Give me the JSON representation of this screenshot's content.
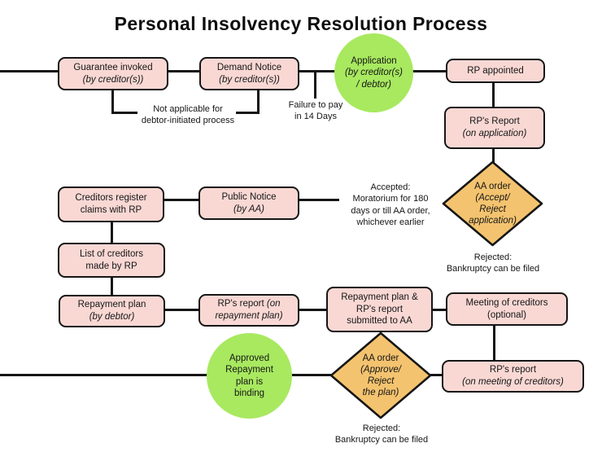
{
  "title": "Personal Insolvency Resolution Process",
  "colors": {
    "node_fill": "#f9d8d4",
    "decision_fill": "#f4c36f",
    "milestone_fill": "#a8e960",
    "line": "#161616",
    "background": "#ffffff"
  },
  "nodes": {
    "guarantee": {
      "label": "Guarantee invoked",
      "sub": "(by creditor(s))"
    },
    "demand": {
      "label": "Demand Notice",
      "sub": "(by creditor(s))"
    },
    "application": {
      "label": "Application",
      "sub1": "(by creditor(s)",
      "sub2": "/ debtor)"
    },
    "rp_appointed": {
      "label": "RP appointed"
    },
    "rp_report_application": {
      "label": "RP's Report",
      "sub": "(on application)"
    },
    "creditors_register": {
      "line1": "Creditors register",
      "line2": "claims with RP"
    },
    "public_notice": {
      "label": "Public Notice",
      "sub": "(by AA)"
    },
    "aa_order_application": {
      "label": "AA order",
      "sub1": "(Accept/",
      "sub2": "Reject",
      "sub3": "application)"
    },
    "list_creditors": {
      "line1": "List of creditors",
      "line2": "made by RP"
    },
    "repayment_plan": {
      "label": "Repayment plan",
      "sub": "(by debtor)"
    },
    "rp_report_repayment": {
      "label": "RP's report",
      "sub1": "(on",
      "sub2": "repayment plan)"
    },
    "repayment_submitted": {
      "line1": "Repayment plan &",
      "line2": "RP's report",
      "line3": "submitted to AA"
    },
    "meeting_creditors": {
      "line1": "Meeting of creditors",
      "line2": "(optional)"
    },
    "approved_plan": {
      "line1": "Approved",
      "line2": "Repayment",
      "line3": "plan is",
      "line4": "binding"
    },
    "aa_order_plan": {
      "label": "AA order",
      "sub1": "(Approve/",
      "sub2": "Reject",
      "sub3": "the plan)"
    },
    "rp_report_meeting": {
      "label": "RP's report",
      "sub": "(on meeting of creditors)"
    }
  },
  "notes": {
    "not_applicable": {
      "line1": "Not applicable for",
      "line2": "debtor-initiated process"
    },
    "failure_to_pay": {
      "line1": "Failure to pay",
      "line2": "in 14 Days"
    },
    "accepted": {
      "line1": "Accepted:",
      "line2": "Moratorium for 180",
      "line3": "days or till AA order,",
      "line4": "whichever earlier"
    },
    "rejected_application": {
      "line1": "Rejected:",
      "line2": "Bankruptcy can be filed"
    },
    "rejected_plan": {
      "line1": "Rejected:",
      "line2": "Bankruptcy can be filed"
    }
  }
}
